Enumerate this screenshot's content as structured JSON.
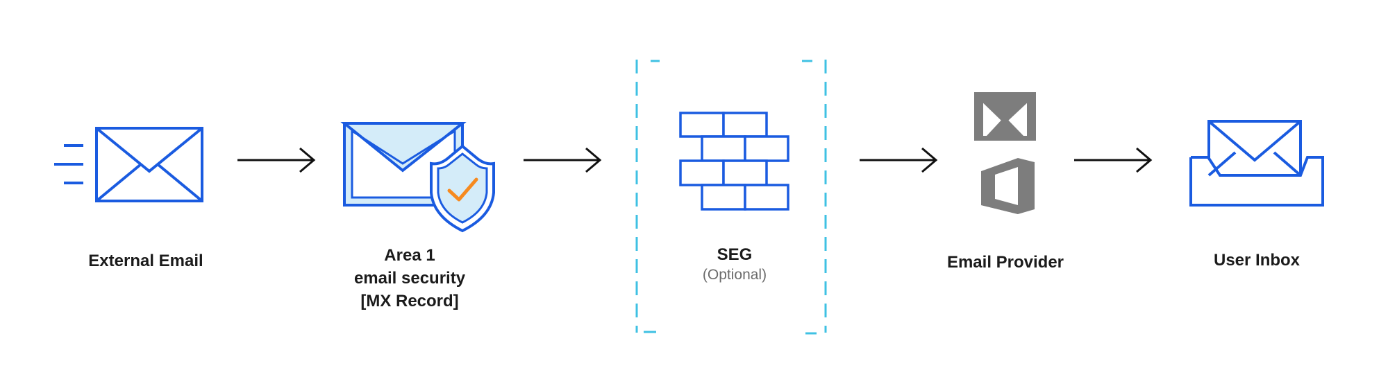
{
  "colors": {
    "icon_blue": "#1a5be0",
    "light_blue_fill": "#d4ecf9",
    "check_orange": "#f68a1f",
    "dashed_cyan": "#3fc1e3",
    "provider_gray": "#7d7d7d",
    "arrow_black": "#111111"
  },
  "nodes": [
    {
      "id": "external-email",
      "icon": "envelope-with-speed-lines-icon",
      "label": "External Email"
    },
    {
      "id": "area1",
      "icon": "envelope-with-shield-check-icon",
      "label_lines": [
        "Area 1",
        "email security",
        "[MX Record]"
      ]
    },
    {
      "id": "seg",
      "icon": "brick-firewall-icon",
      "label": "SEG",
      "sublabel": "(Optional)"
    },
    {
      "id": "email-provider",
      "icon": [
        "gmail-icon",
        "office-icon"
      ],
      "label": "Email Provider"
    },
    {
      "id": "user-inbox",
      "icon": "inbox-tray-icon",
      "label": "User Inbox"
    }
  ]
}
